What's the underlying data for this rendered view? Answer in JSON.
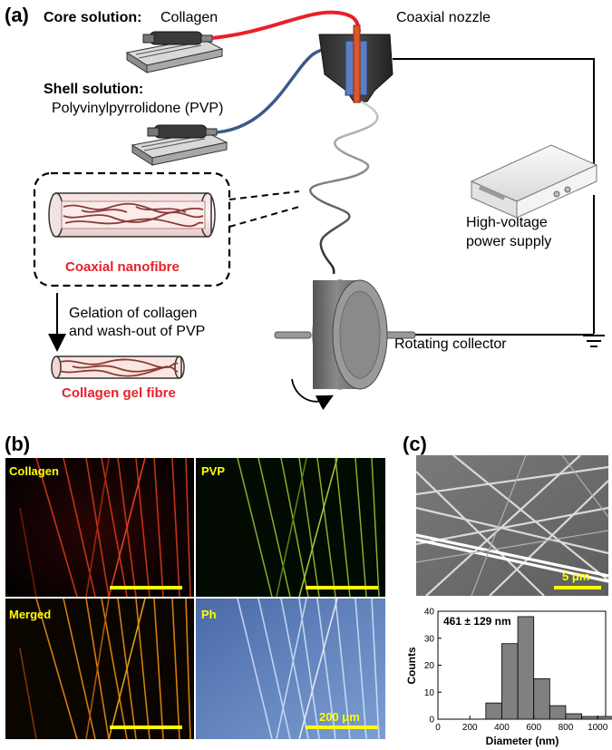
{
  "panels": {
    "a": "(a)",
    "b": "(b)",
    "c": "(c)"
  },
  "schematic": {
    "core_label": "Core solution:",
    "core_value": "Collagen",
    "shell_label": "Shell solution:",
    "shell_value": "Polyvinylpyrrolidone (PVP)",
    "nozzle": "Coaxial nozzle",
    "power_line1": "High-voltage",
    "power_line2": "power supply",
    "collector": "Rotating collector",
    "coaxial_fibre": "Coaxial nanofibre",
    "gelation_line1": "Gelation of collagen",
    "gelation_line2": "and wash-out of PVP",
    "gel_fibre": "Collagen gel fibre"
  },
  "micrographs": {
    "collagen": "Collagen",
    "pvp": "PVP",
    "merged": "Merged",
    "ph": "Ph",
    "scale_b": "200 μm",
    "scale_c": "5 μm"
  },
  "colors": {
    "core_tube": "#e8202a",
    "shell_tube": "#3a5a8c",
    "highlight": "#e8202a",
    "scalebar": "#ffff00"
  },
  "chart_data": {
    "type": "bar",
    "annotation": "461 ± 129  nm",
    "xlabel": "Diameter (nm)",
    "ylabel": "Counts",
    "xlim": [
      0,
      1050
    ],
    "ylim": [
      0,
      40
    ],
    "xticks": [
      "0",
      "200",
      "400",
      "600",
      "800",
      "1000"
    ],
    "yticks": [
      "0",
      "10",
      "20",
      "30",
      "40"
    ],
    "bin_width": 100,
    "bin_starts": [
      300,
      400,
      500,
      600,
      700,
      800,
      900,
      1000
    ],
    "values": [
      6,
      28,
      38,
      15,
      5,
      2,
      1,
      1
    ],
    "bar_color": "#808080"
  }
}
